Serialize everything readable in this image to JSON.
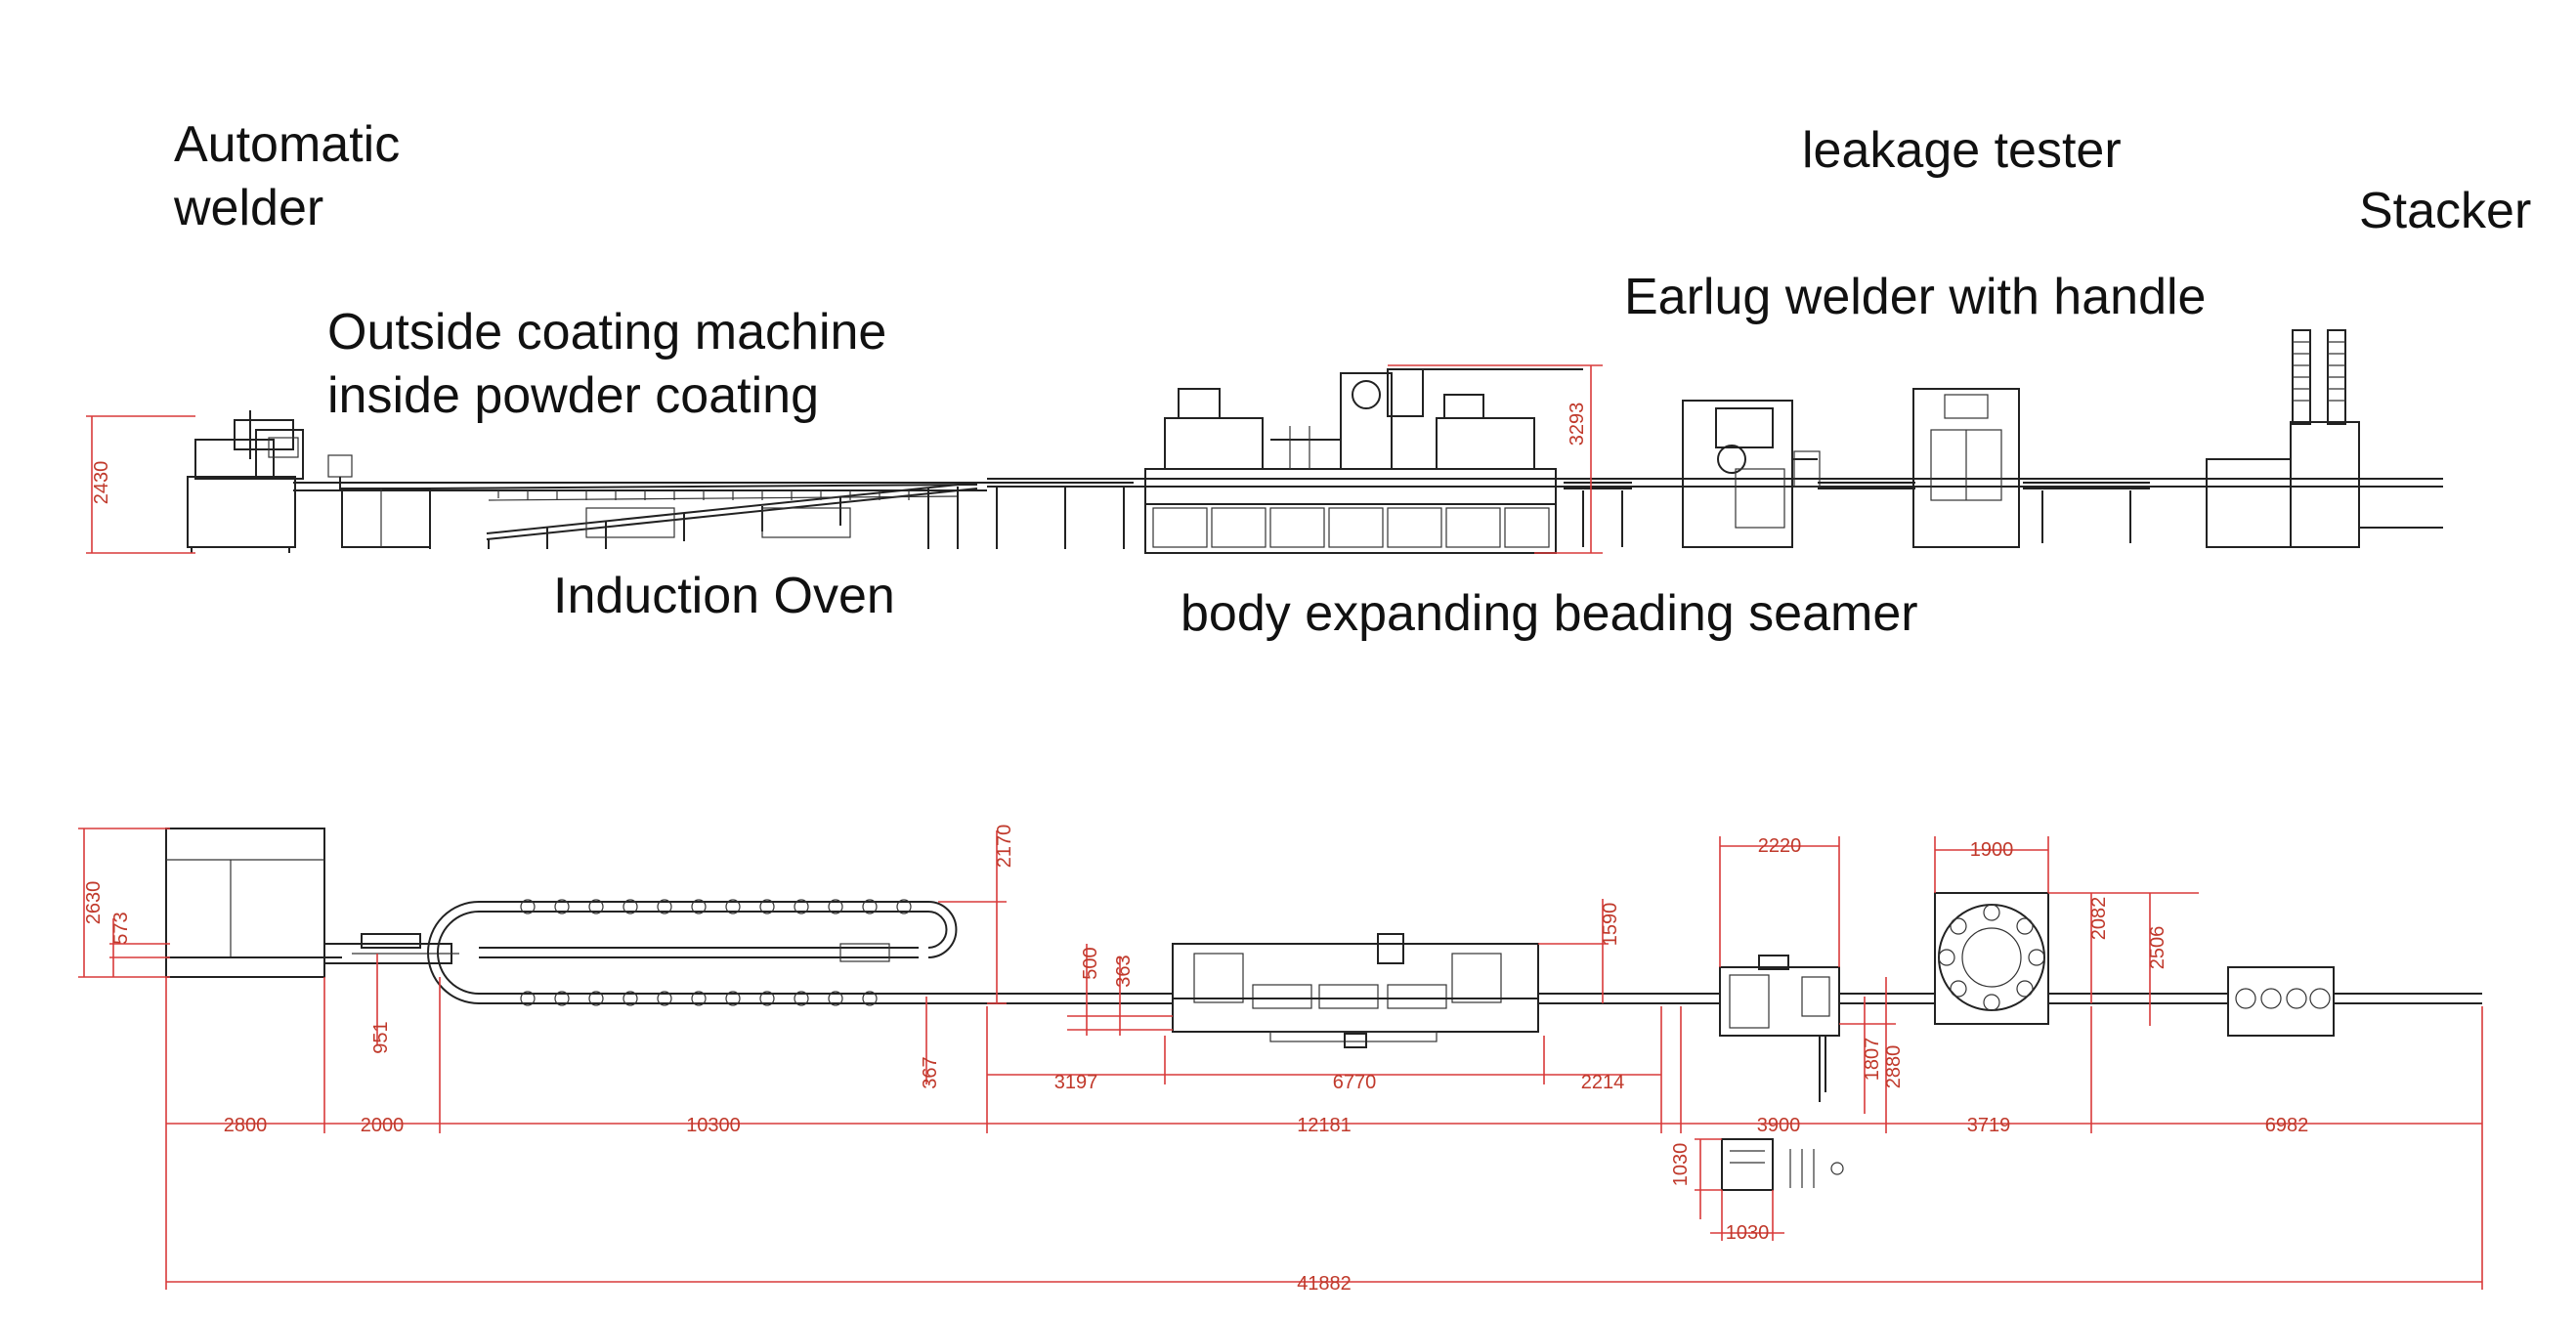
{
  "labels": {
    "automatic_welder": "Automatic\nwelder",
    "outside_coating": "Outside coating machine\ninside powder coating",
    "induction_oven": "Induction Oven",
    "body_expanding": "body expanding beading seamer",
    "leakage_tester": "leakage tester",
    "earlug_welder": "Earlug welder with handle",
    "stacker": "Stacker"
  },
  "elevation_dims": [
    "2430",
    "3293"
  ],
  "plan_dims": {
    "d2630": "2630",
    "d573": "573",
    "d951": "951",
    "d2170": "2170",
    "d500": "500",
    "d363": "363",
    "d367": "367",
    "d1590": "1590",
    "d2220": "2220",
    "d1900": "1900",
    "d2082": "2082",
    "d2506": "2506",
    "d1807": "1807",
    "d2880": "2880",
    "d3197": "3197",
    "d6770": "6770",
    "d2214": "2214",
    "d2800": "2800",
    "d2000": "2000",
    "d10300": "10300",
    "d12181": "12181",
    "d3900": "3900",
    "d3719": "3719",
    "d6982": "6982",
    "d1030v": "1030",
    "d1030h": "1030",
    "d41882": "41882"
  },
  "colors": {
    "dimension": "#d93a3a",
    "machine": "#222222",
    "text": "#111111"
  }
}
